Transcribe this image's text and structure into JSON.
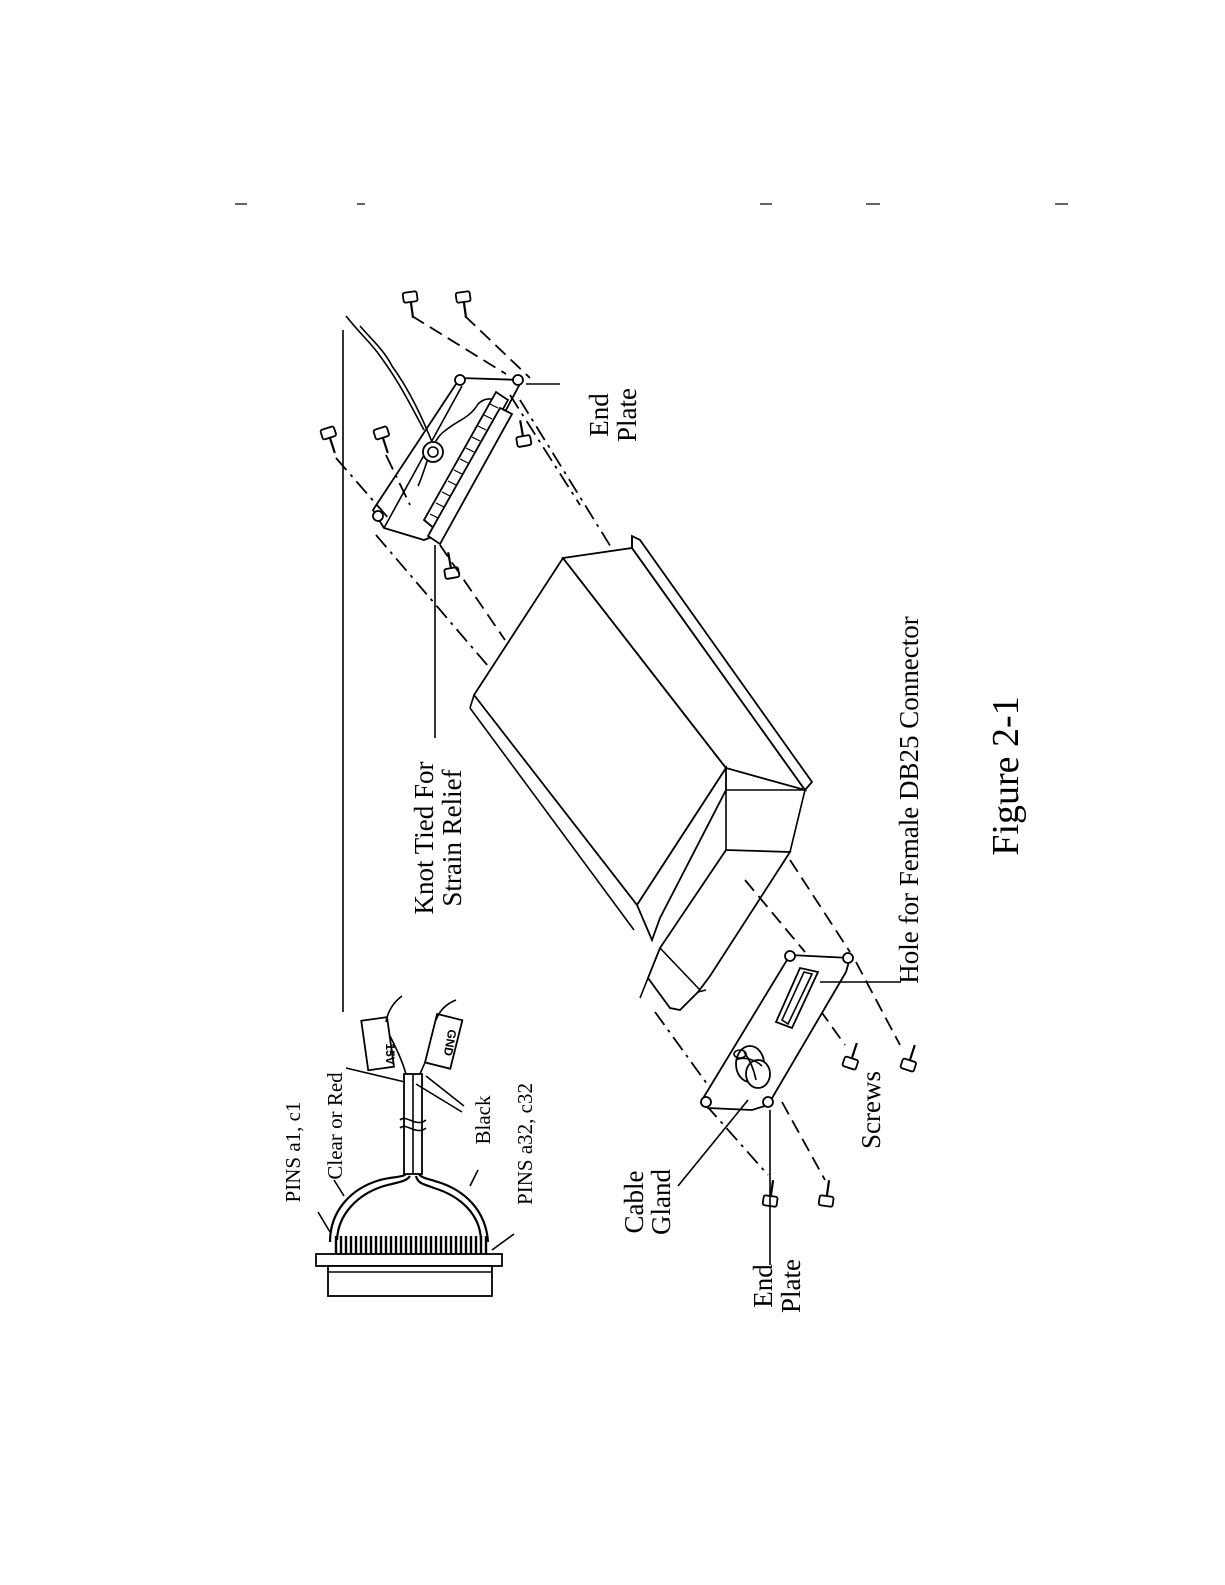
{
  "labels": {
    "end_plate_top": [
      "End",
      "Plate"
    ],
    "knot": [
      "Knot Tied For",
      "Strain Relief"
    ],
    "hole": "Hole for Female DB25 Connector",
    "figure": "Figure 2-1",
    "screws": "Screws",
    "cable_gland": [
      "Cable",
      "Gland"
    ],
    "end_plate_bottom": [
      "End",
      "Plate"
    ],
    "pins_a1": "PINS a1, c1",
    "clear_red": "Clear or Red",
    "black": "Black",
    "pins_a32": "PINS a32, c32",
    "tag_15v": "15V",
    "tag_gnd": "GND"
  }
}
